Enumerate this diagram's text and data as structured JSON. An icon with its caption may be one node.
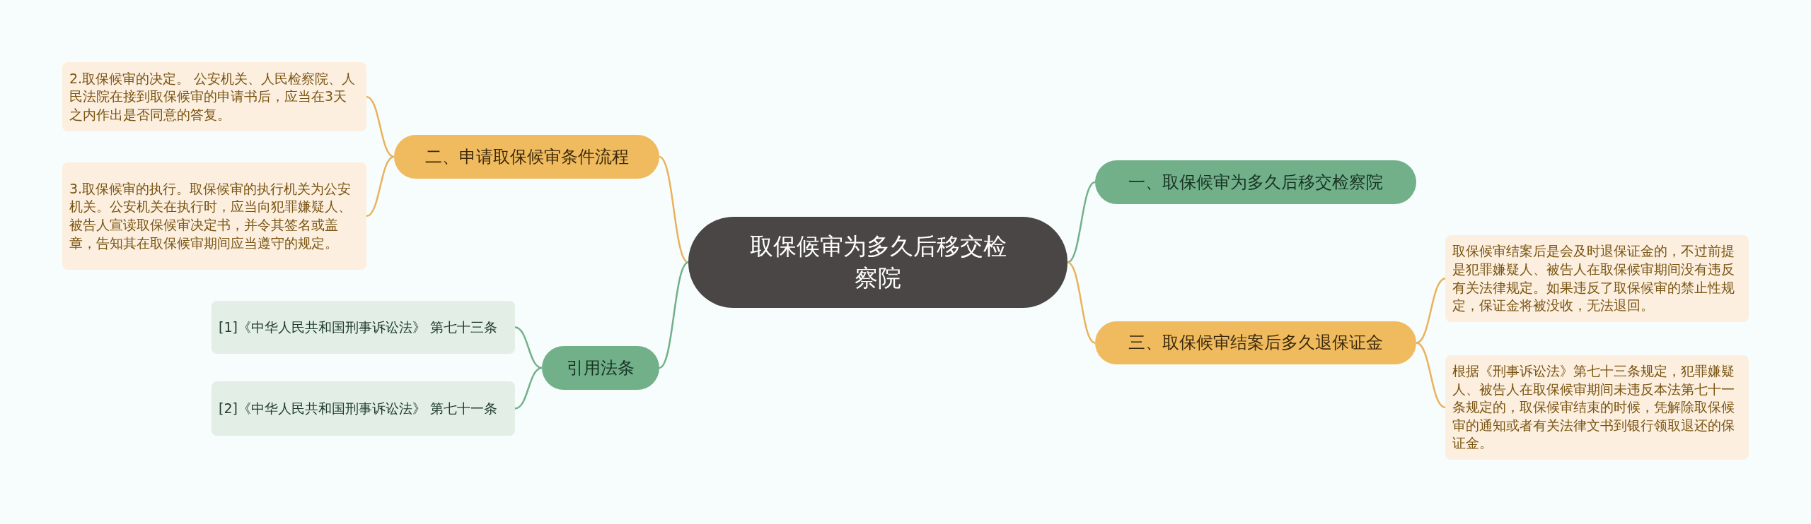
{
  "diagram": {
    "nodes": [
      {
        "text": [
          "取保候审为多久后移交检察院"
        ]
      },
      {
        "text": [
          "二、申请取保候审条件流程"
        ]
      },
      {
        "text": [
          "2.取保候审的决定。 公安机关、人民检察院、人民法院在接到取保候审的申请书后，应当在3天之内作出是否同意的答复。"
        ]
      },
      {
        "text": [
          "3.取保候审的执行。取保候审的执行机关为公安机关。公安机关在执行时，应当向犯罪嫌疑人、被告人宣读取保候审决定书，并令其签名或盖章，告知其在取保候审期间应当遵守的规定。"
        ]
      },
      {
        "text": [
          "引用法条"
        ]
      },
      {
        "text": [
          "[1]《中华人民共和国刑事诉讼法》 第七十三条"
        ]
      },
      {
        "text": [
          "[2]《中华人民共和国刑事诉讼法》 第七十一条"
        ]
      },
      {
        "text": [
          "一、取保候审为多久后移交检察院"
        ]
      },
      {
        "text": [
          "三、取保候审结案后多久退保证金"
        ]
      },
      {
        "text": [
          "取保候审结案后是会及时退保证金的，不过前提是犯罪嫌疑人、被告人在取保候审期间没有违反有关法律规定。如果违反了取保候审的禁止性规定，保证金将被没收，无法退回。"
        ]
      },
      {
        "text": [
          "根据《刑事诉讼法》第七十三条规定，犯罪嫌疑人、被告人在取保候审期间未违反本法第七十一条规定的，取保候审结束的时候，凭解除取保候审的通知或者有关法律文书到银行领取退还的保证金。"
        ]
      }
    ],
    "edges": [
      {
        "from": 0,
        "to": 1,
        "arrow": "none"
      },
      {
        "from": 1,
        "to": 2,
        "arrow": "none"
      },
      {
        "from": 1,
        "to": 3,
        "arrow": "none"
      },
      {
        "from": 0,
        "to": 4,
        "arrow": "none",
        "color": "#72b08a"
      },
      {
        "from": 4,
        "to": 5,
        "arrow": "none",
        "color": "#72b08a"
      },
      {
        "from": 4,
        "to": 6,
        "arrow": "none",
        "color": "#72b08a"
      },
      {
        "from": 0,
        "to": 7,
        "arrow": "none",
        "color": "#72b08a"
      },
      {
        "from": 0,
        "to": 8,
        "arrow": "none"
      },
      {
        "from": 8,
        "to": 9,
        "arrow": "none"
      },
      {
        "from": 8,
        "to": 10,
        "arrow": "none"
      }
    ]
  }
}
